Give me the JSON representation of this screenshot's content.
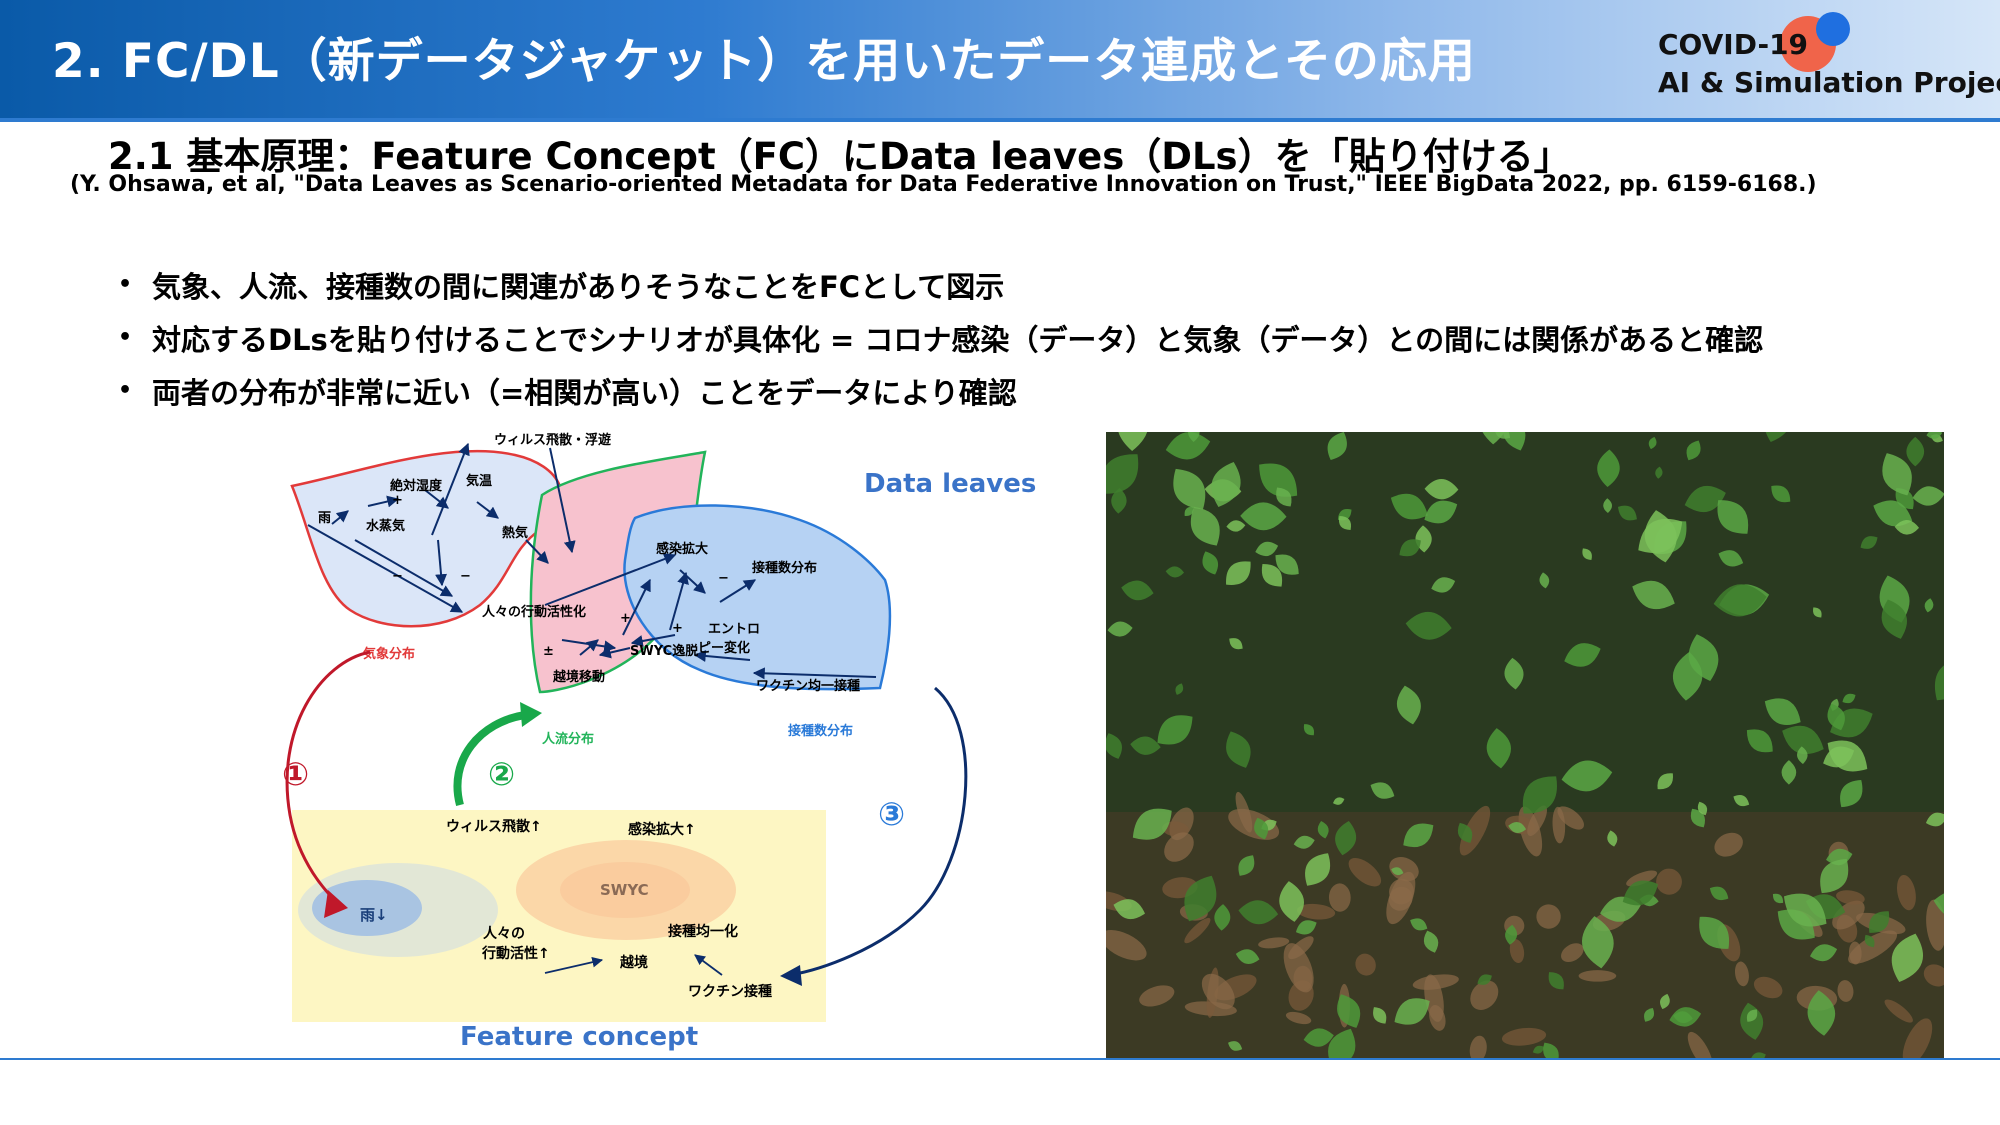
{
  "header": {
    "title": "2. FC/DL（新データジャケット）を用いたデータ連成とその応用",
    "logo_line1": "COVID-19",
    "logo_line2": "AI & Simulation Project"
  },
  "subtitle": "2.1 基本原理：Feature Concept（FC）にData leaves（DLs）を「貼り付ける」",
  "citation": "(Y. Ohsawa, et al, \"Data Leaves as Scenario-oriented Metadata for Data Federative Innovation on Trust,\" IEEE BigData 2022, pp. 6159-6168.)",
  "bullets": [
    "気象、人流、接種数の間に関連がありそうなことをFCとして図示",
    "対応するDLsを貼り付けることでシナリオが具体化 = コロナ感染（データ）と気象（データ）との間には関係があると確認",
    "両者の分布が非常に近い（=相関が高い）ことをデータにより確認"
  ],
  "diagram": {
    "data_leaves_title": "Data leaves",
    "feature_concept_title": "Feature concept",
    "leaf_weather": {
      "name": "気象分布",
      "nodes": [
        "雨",
        "絶対湿度",
        "気温",
        "水蒸気",
        "熱気",
        "人々の行動活性化"
      ],
      "signs": [
        "+",
        "−",
        "−"
      ]
    },
    "leaf_flow": {
      "name": "人流分布",
      "nodes": [
        "越境移動",
        "SWYC逸脱"
      ],
      "signs": [
        "±",
        "+",
        "+"
      ]
    },
    "leaf_vaccine": {
      "name": "接種数分布",
      "nodes": [
        "感染拡大",
        "接種数分布",
        "エントロ",
        "ピー変化",
        "ワクチン均一接種"
      ],
      "signs": [
        "−"
      ]
    },
    "top_label": "ウィルス飛散・浮遊",
    "circled": [
      "①",
      "②",
      "③"
    ],
    "fc": {
      "virus": "ウィルス飛散↑",
      "infection": "感染拡大↑",
      "swyc": "SWYC",
      "rain": "雨↓",
      "people_line1": "人々の",
      "people_line2": "行動活性↑",
      "vaccine_uniform": "接種均一化",
      "border": "越境",
      "vaccine": "ワクチン接種"
    },
    "colors": {
      "weather": "#e23a3a",
      "flow": "#22b45a",
      "vaccine": "#2a7ad8",
      "arrow_red": "#c0182a",
      "arrow_green": "#19a84a",
      "arrow_navy": "#0c2d6b",
      "fc_bg": "#fdf6c3",
      "title_blue": "#3a73c8"
    }
  },
  "photo": {
    "icon": "plant-photo",
    "colors": {
      "dark": "#22351a",
      "leaf": "#4e9a3a",
      "bright": "#7cc25a",
      "litter": "#7a5a3a"
    }
  }
}
